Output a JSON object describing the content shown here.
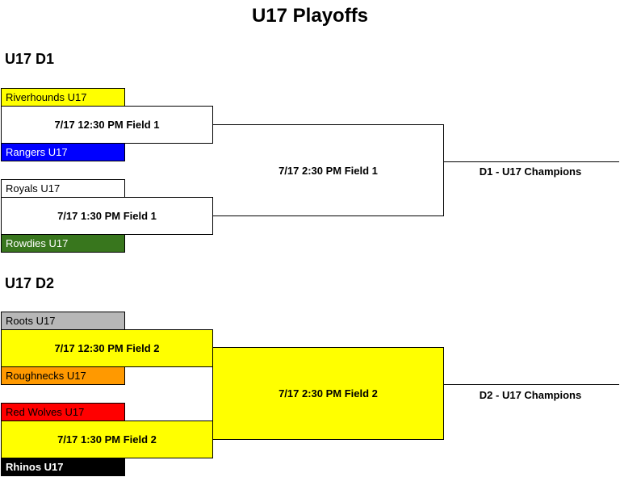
{
  "title": "U17 Playoffs",
  "divisions": [
    {
      "name": "U17 D1",
      "teams": [
        {
          "name": "Riverhounds U17",
          "color": "#ffff00",
          "text_color": "#000000"
        },
        {
          "name": "Rangers U17",
          "color": "#0000ff",
          "text_color": "#ffffff"
        },
        {
          "name": "Royals U17",
          "color": "#ffffff",
          "text_color": "#000000"
        },
        {
          "name": "Rowdies U17",
          "color": "#38761d",
          "text_color": "#ffffff"
        }
      ],
      "semifinals": [
        "7/17 12:30 PM Field 1",
        "7/17 1:30 PM Field 1"
      ],
      "final": "7/17 2:30 PM Field 1",
      "champion_label": "D1 - U17 Champions",
      "highlight_color": "#ffffff"
    },
    {
      "name": "U17 D2",
      "teams": [
        {
          "name": "Roots U17",
          "color": "#b7b7b7",
          "text_color": "#000000"
        },
        {
          "name": "Roughnecks U17",
          "color": "#ff9900",
          "text_color": "#000000"
        },
        {
          "name": "Red Wolves U17",
          "color": "#ff0000",
          "text_color": "#000000"
        },
        {
          "name": "Rhinos U17",
          "color": "#000000",
          "text_color": "#ffffff"
        }
      ],
      "semifinals": [
        "7/17 12:30 PM Field 2",
        "7/17 1:30 PM Field 2"
      ],
      "final": "7/17 2:30 PM Field 2",
      "champion_label": "D2 - U17 Champions",
      "highlight_color": "#ffff00"
    }
  ]
}
